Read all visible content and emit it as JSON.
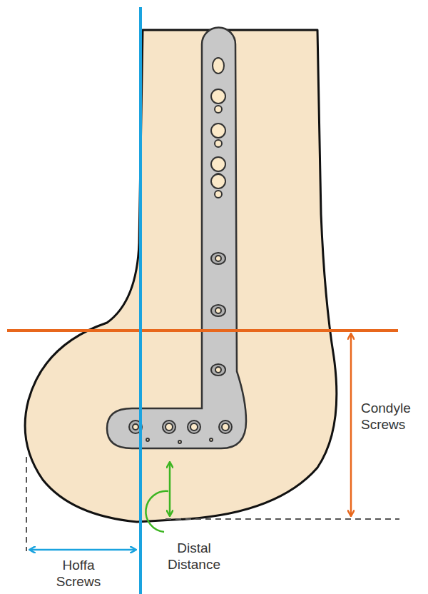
{
  "diagram": {
    "labels": [
      "Condyle Screws",
      "Distal Distance",
      "Hoffa Screws"
    ]
  }
}
